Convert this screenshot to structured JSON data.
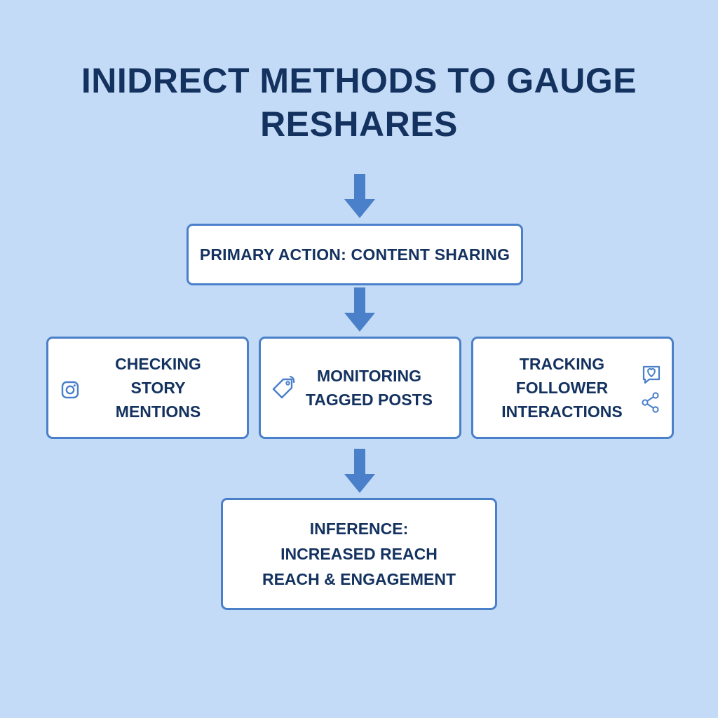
{
  "title": {
    "line1": "INIDRECT METHODS TO GAUGE",
    "line2": "RESHARES"
  },
  "primary": {
    "label": "PRIMARY ACTION: CONTENT SHARING"
  },
  "methods": [
    {
      "lines": [
        "CHECKING",
        "STORY",
        "MENTIONS"
      ],
      "icon": "instagram-icon"
    },
    {
      "lines": [
        "MONITORING",
        "TAGGED POSTS"
      ],
      "icon": "tag-icon"
    },
    {
      "lines": [
        "TRACKING",
        "FOLLOWER",
        "INTERACTIONS"
      ],
      "icon": "heart-chat-share-icon"
    }
  ],
  "inference": {
    "lines": [
      "INFERENCE:",
      "INCREASED REACH",
      "REACH & ENGAGEMENT"
    ]
  },
  "colors": {
    "background": "#c3dbf6",
    "text": "#14325f",
    "accent": "#4a7fc9",
    "box": "#ffffff"
  }
}
